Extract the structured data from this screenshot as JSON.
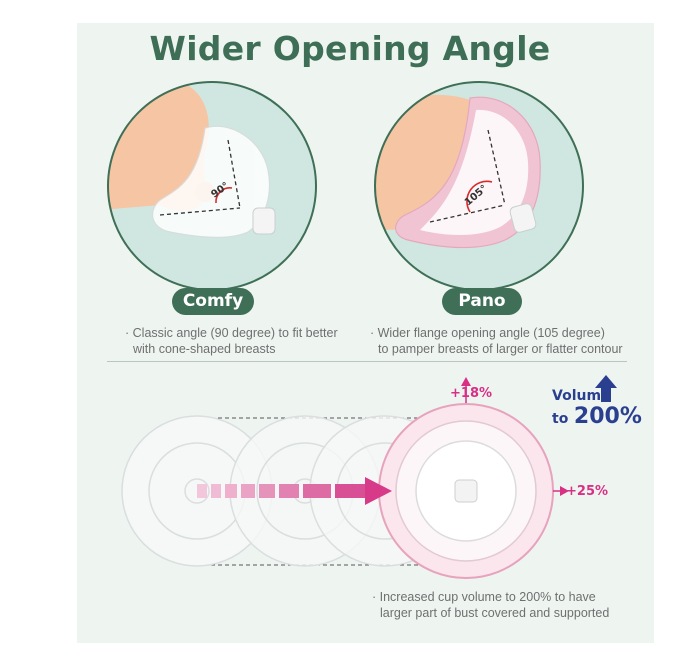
{
  "title": "Wider Opening Angle",
  "comfy": {
    "label": "Comfy",
    "angle_label": "90°",
    "note_line1": "· Classic angle (90 degree) to fit better",
    "note_line2": "with cone-shaped breasts"
  },
  "pano": {
    "label": "Pano",
    "angle_label": "105°",
    "note_line1": "· Wider flange opening angle (105 degree)",
    "note_line2": "to pamper breasts of larger or flatter contour"
  },
  "volume": {
    "top_increase": "+18%",
    "side_increase": "+25%",
    "heading_line1": "Volume",
    "heading_prefix": "to",
    "heading_value": "200%",
    "note_line1": "· Increased cup volume to 200% to have",
    "note_line2": "larger part of bust covered and supported"
  },
  "colors": {
    "title_green": "#3e6e56",
    "pill_green": "#3f6f57",
    "magenta": "#d92f84",
    "navy": "#2a3f8f",
    "skin": "#f6c5a3",
    "pink_flange": "#f0c4d3"
  }
}
